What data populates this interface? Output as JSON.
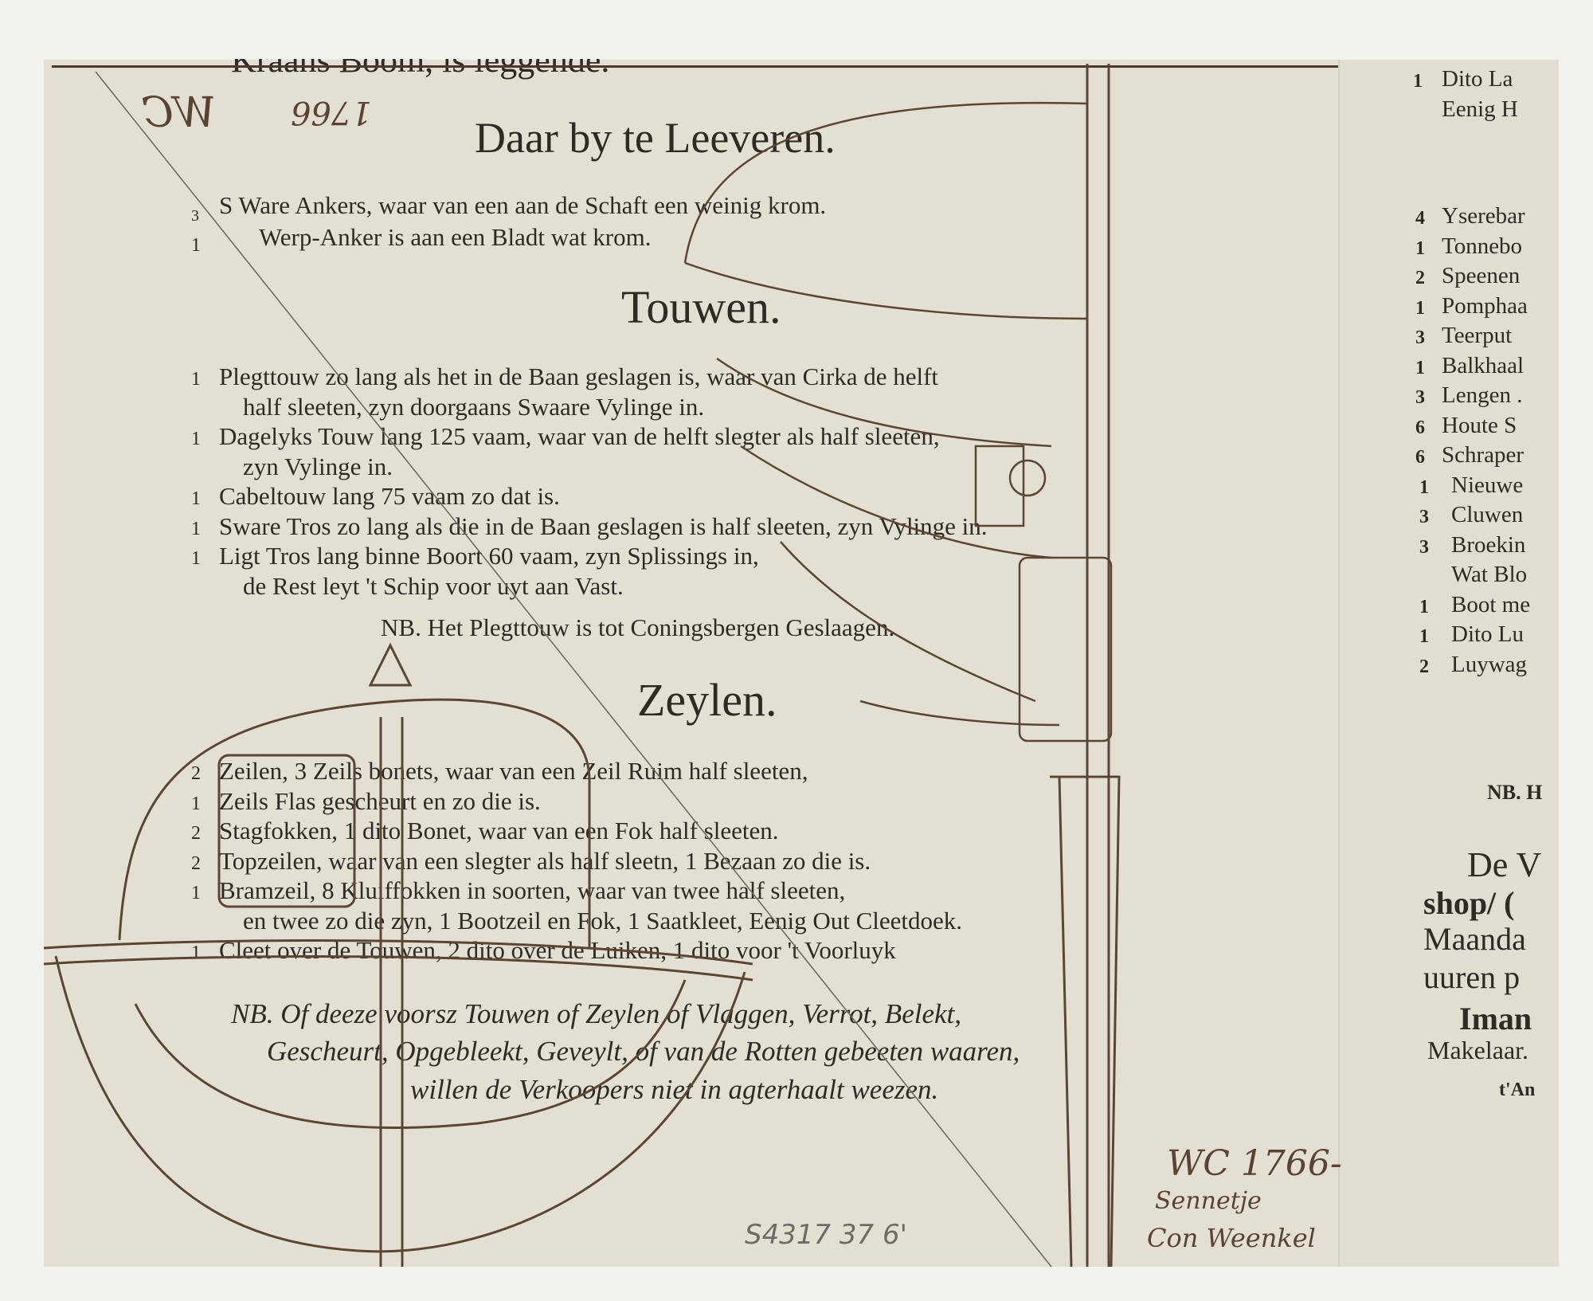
{
  "top_cut_text": "Kraans Boom, is leggende.",
  "annotations": {
    "initials_top": "WC",
    "year_top": "1766",
    "initials_bottom": "WC 1766-",
    "signature_1": "Sennetje",
    "signature_2": "Con Weenkel",
    "pencil_numbers": "S4317  37  6'"
  },
  "sections": {
    "leeveren": {
      "title": "Daar by te Leeveren.",
      "items": [
        {
          "qty": "3",
          "text": "S Ware Ankers, waar van een aan de Schaft een weinig krom."
        },
        {
          "qty": "1",
          "text": "Werp-Anker is aan een Bladt wat krom."
        }
      ]
    },
    "touwen": {
      "title": "Touwen.",
      "items": [
        {
          "qty": "1",
          "text": "Plegttouw zo lang als het in de Baan geslagen is, waar van Cirka de helft",
          "cont": "half sleeten, zyn doorgaans Swaare Vylinge in."
        },
        {
          "qty": "1",
          "text": "Dagelyks Touw lang 125 vaam, waar van de helft slegter als half sleeten,",
          "cont": "zyn Vylinge in."
        },
        {
          "qty": "1",
          "text": "Cabeltouw lang 75 vaam zo dat is."
        },
        {
          "qty": "1",
          "text": "Sware Tros zo lang als die in de Baan geslagen is half sleeten, zyn Vylinge in."
        },
        {
          "qty": "1",
          "text": "Ligt Tros lang binne Boort 60 vaam, zyn Splissings in,",
          "cont": "de Rest leyt 't Schip voor uyt aan Vast."
        }
      ],
      "nb": "NB. Het Plegttouw is tot Coningsbergen Geslaagen."
    },
    "zeylen": {
      "title": "Zeylen.",
      "items": [
        {
          "qty": "2",
          "text": "Zeilen, 3 Zeils bonets, waar van een Zeil Ruim half sleeten,"
        },
        {
          "qty": "1",
          "text": "Zeils Flas gescheurt en zo die is."
        },
        {
          "qty": "2",
          "text": "Stagfokken, 1 dito Bonet, waar van een Fok half sleeten."
        },
        {
          "qty": "2",
          "text": "Topzeilen, waar van een slegter als half sleetn, 1 Bezaan zo die is."
        },
        {
          "qty": "1",
          "text": "Bramzeil, 8 Kluiffokken in soorten, waar van twee half sleeten,",
          "cont": "en twee zo die zyn, 1 Bootzeil en Fok, 1 Saatkleet, Eenig Out Cleetdoek."
        },
        {
          "qty": "1",
          "text": "Cleet over de Touwen, 2 dito over de Luiken, 1 dito voor 't Voorluyk"
        }
      ],
      "nb_lines": [
        "NB. Of deeze voorsz  Touwen of Zeylen of Vlaggen, Verrot, Belekt,",
        "Gescheurt, Opgebleekt, Geveylt, of van de Rotten gebeeten waaren,",
        "willen de Verkoopers niet in agterhaalt weezen."
      ]
    }
  },
  "right_column": {
    "top_items": [
      {
        "qty": "1",
        "text": "Dito La"
      },
      {
        "qty": "",
        "text": "Eenig H"
      }
    ],
    "items": [
      {
        "qty": "4",
        "text": "Yserebar"
      },
      {
        "qty": "1",
        "text": "Tonnebo"
      },
      {
        "qty": "2",
        "text": "Speenen"
      },
      {
        "qty": "1",
        "text": "Pomphaa"
      },
      {
        "qty": "3",
        "text": "Teerput"
      },
      {
        "qty": "1",
        "text": "Balkhaal"
      },
      {
        "qty": "3",
        "text": "Lengen ."
      },
      {
        "qty": "6",
        "text": "Houte S"
      },
      {
        "qty": "6",
        "text": "Schraper"
      },
      {
        "qty": "1",
        "text": "Nieuwe"
      },
      {
        "qty": "3",
        "text": "Cluwen"
      },
      {
        "qty": "3",
        "text": "Broekin"
      },
      {
        "qty": "",
        "text": "Wat Blo"
      },
      {
        "qty": "1",
        "text": "Boot me"
      },
      {
        "qty": "1",
        "text": "Dito Lu"
      },
      {
        "qty": "2",
        "text": "Luywag"
      }
    ],
    "nb": "NB. H",
    "notice": [
      "De V",
      "shop/ (",
      "Maanda",
      "uuren p",
      "Iman",
      "Makelaar.",
      "t'An"
    ]
  }
}
